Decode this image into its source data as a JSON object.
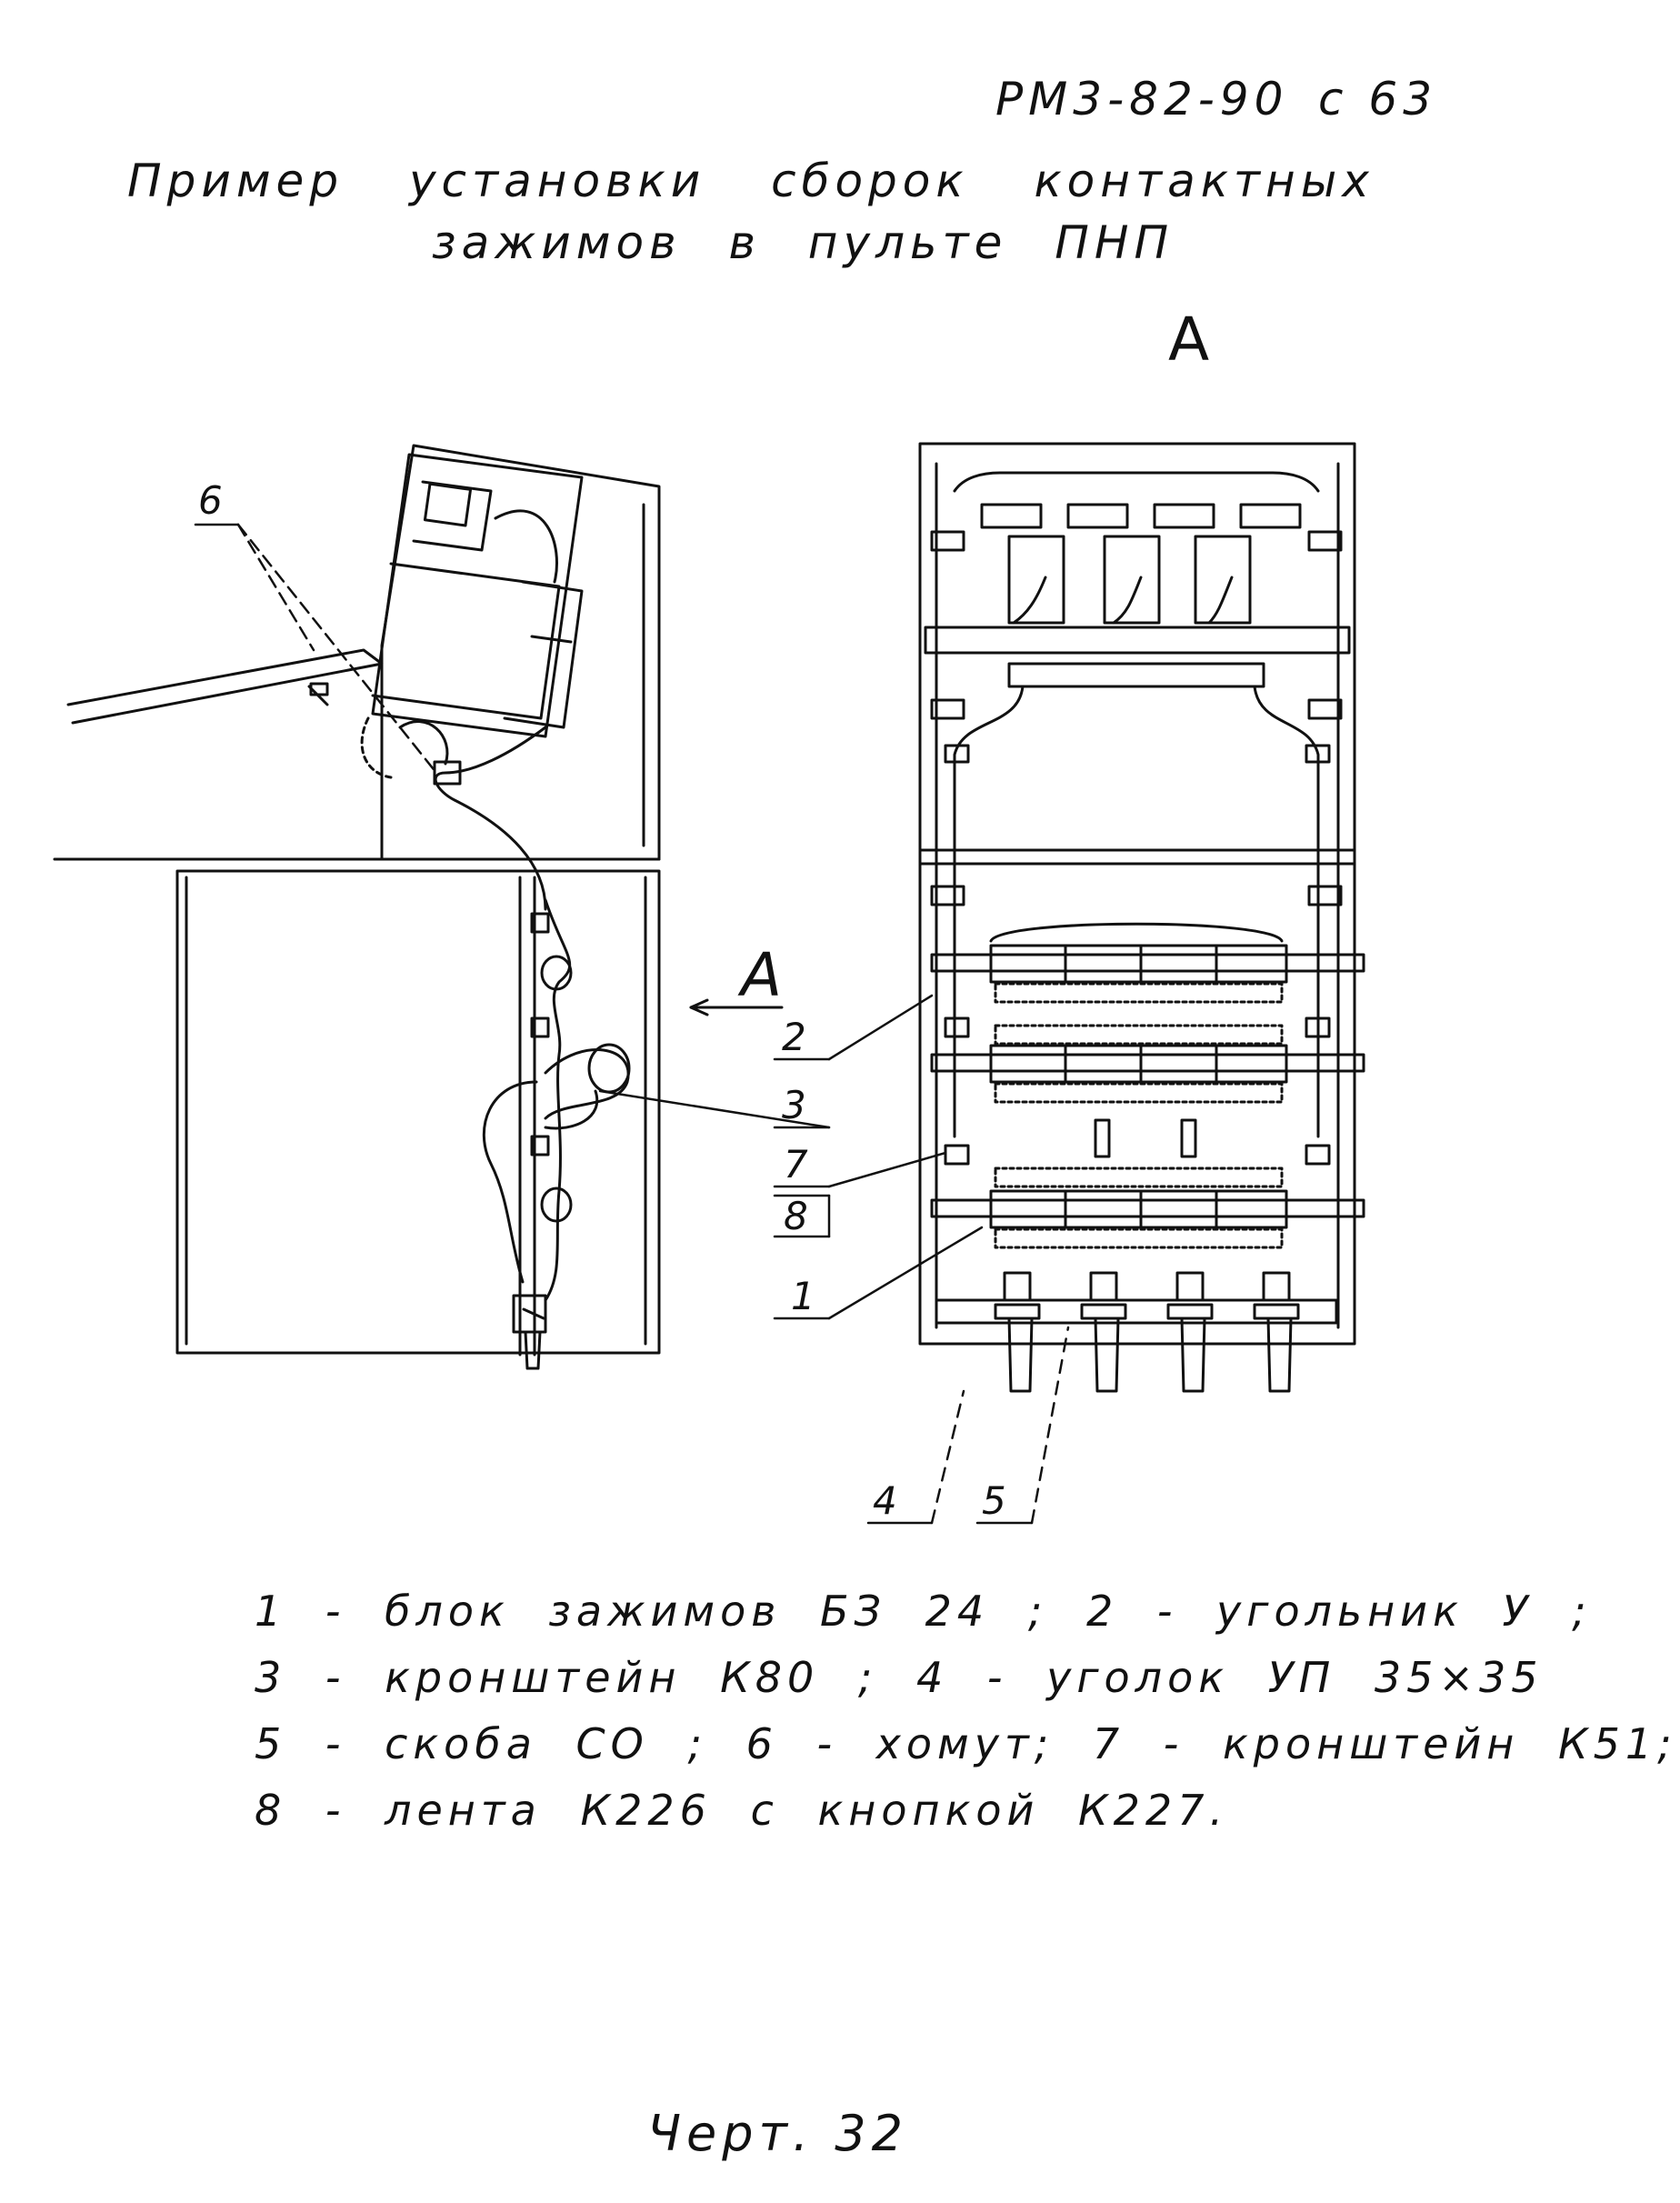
{
  "header": {
    "doc_code": "РМ3-82-90",
    "page": "с 63",
    "title_line1": "Пример установки сборок контактных",
    "title_line2": "зажимов в пульте ПНП"
  },
  "view_label": "А",
  "view_arrow_label": "А",
  "callouts": [
    "6",
    "2",
    "3",
    "7",
    "8",
    "1",
    "4",
    "5"
  ],
  "legend": [
    "1 - блок зажимов БЗ 24 ;  2 - угольник У ;",
    "3 - кронштейн К80 ; 4 - уголок УП 35×35",
    "5 - скоба СО ; 6 - хомут; 7 - кронштейн К51;",
    "8 - лента К226 с кнопкой К227."
  ],
  "caption": "Черт. 32"
}
